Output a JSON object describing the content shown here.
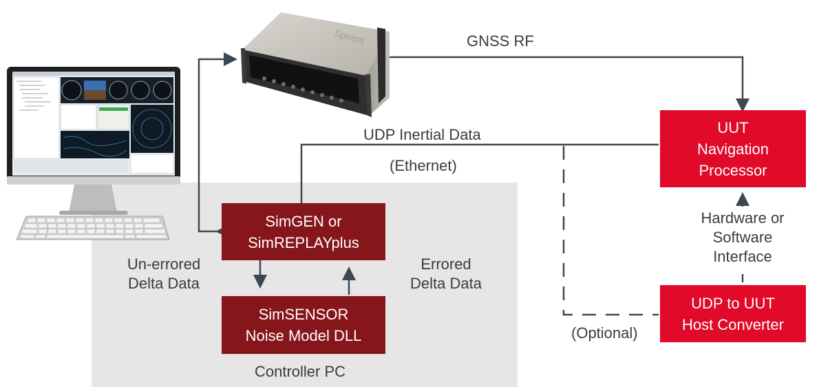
{
  "colors": {
    "controller_bg": "#e6e6e6",
    "dark_red": "#86161b",
    "bright_red": "#e10a28",
    "line": "#3c4750",
    "text": "#3b3b3b"
  },
  "icons": [
    "monitor-icon",
    "keyboard-icon",
    "simulator-hardware-icon"
  ],
  "labels": {
    "gnss_rf": "GNSS RF",
    "udp_inertial": "UDP Inertial Data",
    "ethernet": "(Ethernet)",
    "unerrored_line1": "Un-errored",
    "unerrored_line2": "Delta Data",
    "errored_line1": "Errored",
    "errored_line2": "Delta Data",
    "controller_pc": "Controller PC",
    "hw_sw_line1": "Hardware or",
    "hw_sw_line2": "Software",
    "hw_sw_line3": "Interface",
    "optional": "(Optional)"
  },
  "boxes": {
    "simgen": {
      "line1": "SimGEN or",
      "line2": "SimREPLAYplus"
    },
    "simsensor": {
      "line1": "SimSENSOR",
      "line2": "Noise Model DLL"
    },
    "uut_nav": {
      "line1": "UUT",
      "line2": "Navigation",
      "line3": "Processor"
    },
    "udp_converter": {
      "line1": "UDP to UUT",
      "line2": "Host Converter"
    }
  },
  "hardware_brand": "Spirent"
}
